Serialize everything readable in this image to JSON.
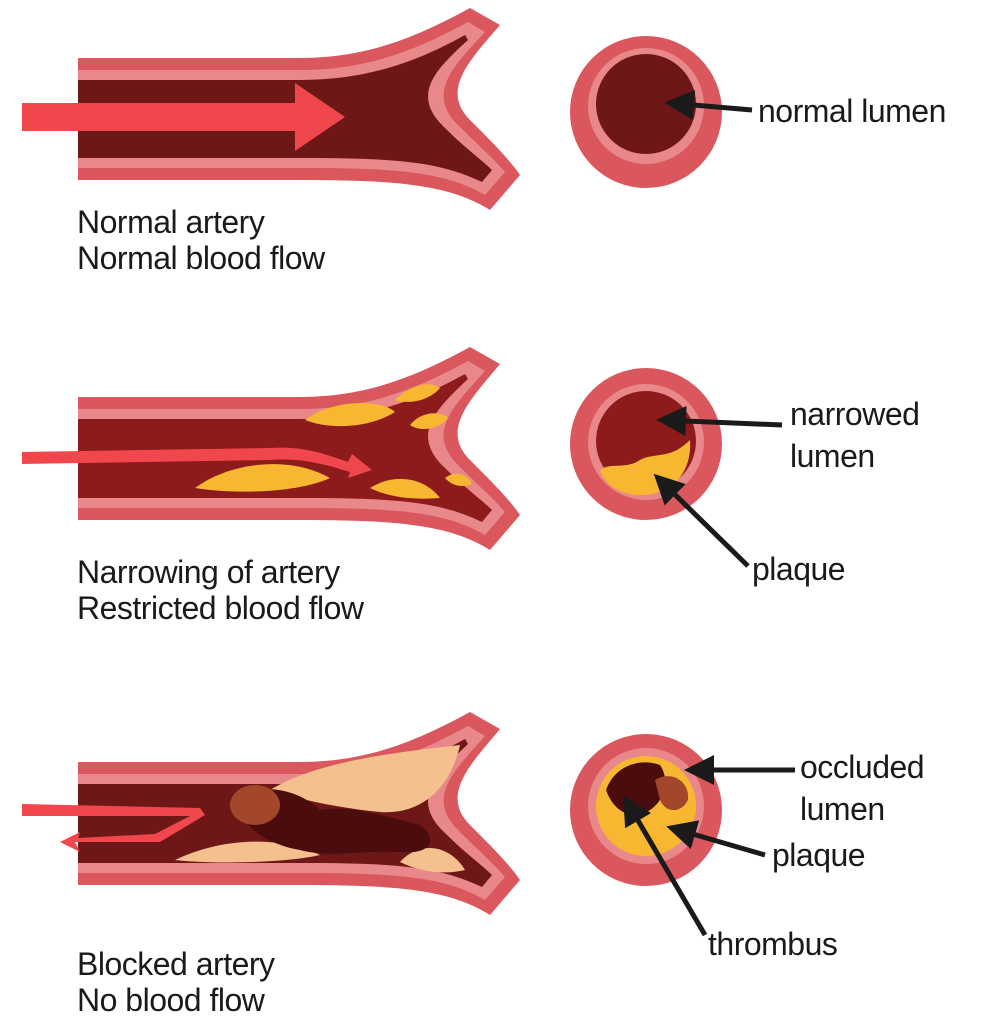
{
  "panels": [
    {
      "caption_line1": "Normal artery",
      "caption_line2": "Normal blood flow",
      "labels": {
        "normal_lumen": "normal lumen"
      }
    },
    {
      "caption_line1": "Narrowing of artery",
      "caption_line2": "Restricted blood flow",
      "labels": {
        "narrowed_lumen_1": "narrowed",
        "narrowed_lumen_2": "lumen",
        "plaque": "plaque"
      }
    },
    {
      "caption_line1": "Blocked artery",
      "caption_line2": "No blood flow",
      "labels": {
        "occluded_lumen_1": "occluded",
        "occluded_lumen_2": "lumen",
        "plaque": "plaque",
        "thrombus": "thrombus"
      }
    }
  ],
  "colors": {
    "outer_wall": "#d9575d",
    "inner_wall": "#e9888a",
    "lumen_dark": "#6e1717",
    "lumen_red": "#8e1b1b",
    "blood_arrow": "#f0474d",
    "plaque": "#f7b731",
    "plaque_light": "#f4c08e",
    "thrombus": "#4a0c0c"
  }
}
